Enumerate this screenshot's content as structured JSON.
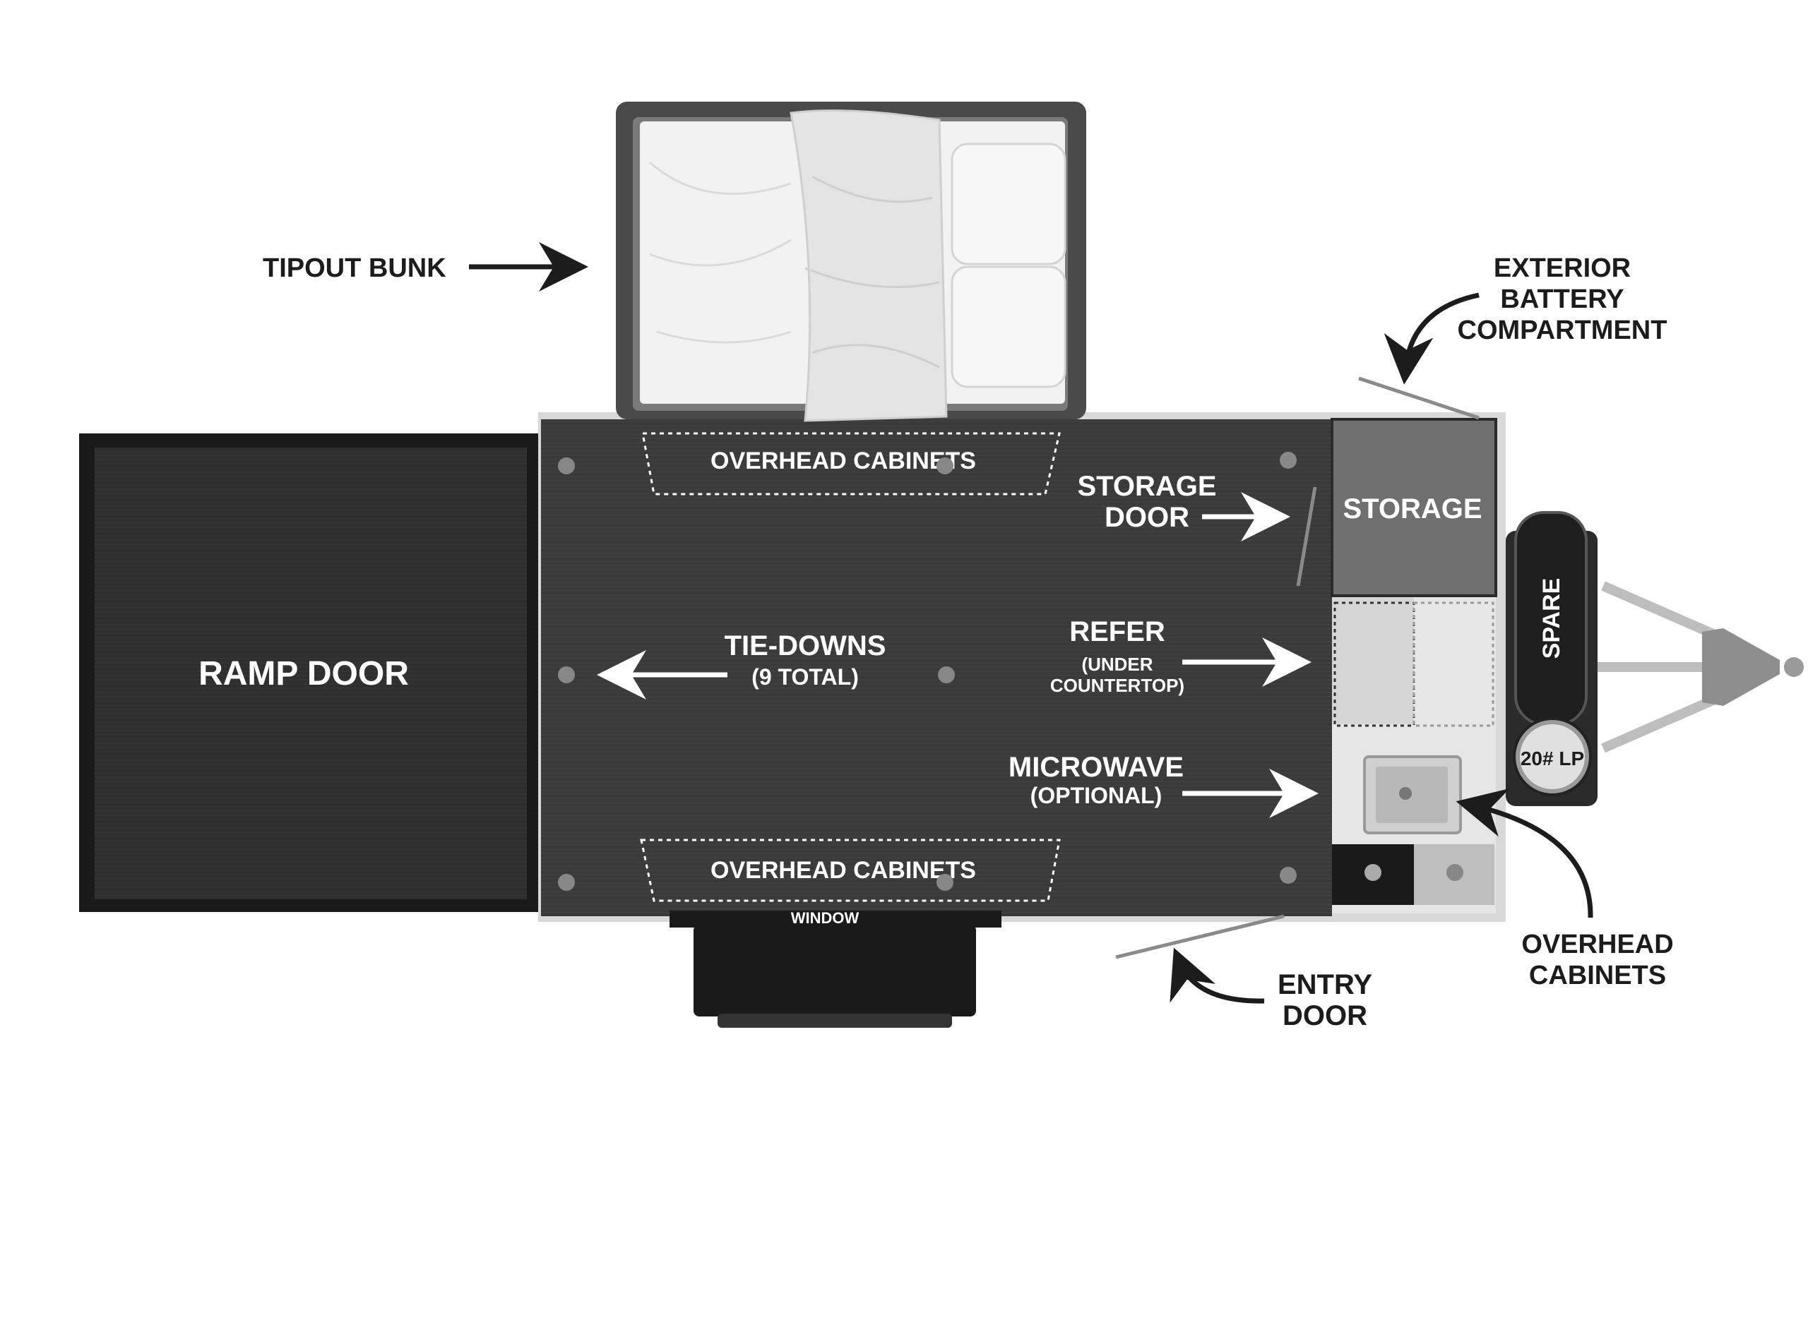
{
  "floorplan": {
    "labels": {
      "tipout_bunk": "TIPOUT BUNK",
      "exterior_battery": [
        "EXTERIOR",
        "BATTERY",
        "COMPARTMENT"
      ],
      "overhead_cabinets_top": "OVERHEAD CABINETS",
      "storage_door": [
        "STORAGE",
        "DOOR"
      ],
      "storage": "STORAGE",
      "spare": "SPARE",
      "ramp_door": "RAMP DOOR",
      "tie_downs": "TIE-DOWNS",
      "tie_downs_sub": "(9 TOTAL)",
      "refer": "REFER",
      "refer_sub": [
        "(UNDER",
        "COUNTERTOP)"
      ],
      "lp": "20# LP",
      "microwave": "MICROWAVE",
      "microwave_sub": "(OPTIONAL)",
      "overhead_cabinets_bottom": "OVERHEAD CABINETS",
      "window": "WINDOW",
      "entry_door": [
        "ENTRY",
        "DOOR"
      ],
      "overhead_cabinets_right": [
        "OVERHEAD",
        "CABINETS"
      ]
    },
    "colors": {
      "floor": "#3a3a3a",
      "ramp": "#2e2e2e",
      "storage": "#6f6f6f",
      "bunk_frame": "#4a4a4a",
      "counter": "#e6e6e6",
      "label": "#1c1c1c",
      "overlay_text": "#ffffff"
    }
  }
}
